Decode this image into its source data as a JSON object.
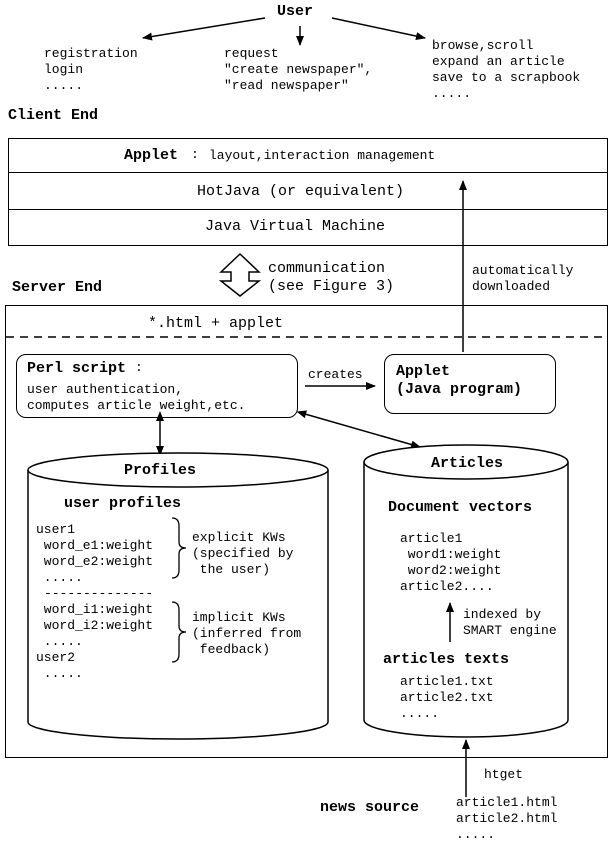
{
  "user": {
    "title": "User",
    "left_actions": "registration\nlogin\n.....",
    "mid_actions": "request\n\"create newspaper\",\n\"read newspaper\"",
    "right_actions": "browse,scroll\nexpand an article\nsave to a scrapbook\n....."
  },
  "client": {
    "label": "Client End",
    "applet_title": "Applet",
    "applet_desc": "layout,interaction management",
    "hotjava": "HotJava (or equivalent)",
    "jvm": "Java Virtual Machine"
  },
  "communication": "communication\n(see Figure 3)",
  "auto_download": "automatically\ndownloaded",
  "server": {
    "label": "Server End",
    "html_applet": "*.html + applet",
    "perl_title": "Perl script",
    "perl_desc": "user authentication,\ncomputes article weight,etc.",
    "creates": "creates",
    "applet_box": "Applet\n(Java program)"
  },
  "profiles": {
    "title": "Profiles",
    "subtitle": "user profiles",
    "explicit_list": "user1\n word_e1:weight\n word_e2:weight\n .....",
    "separator": "--------------",
    "implicit_list": " word_i1:weight\n word_i2:weight\n .....\nuser2\n .....",
    "explicit_note": "explicit KWs\n(specified by\n the user)",
    "implicit_note": "implicit KWs\n(inferred from\n feedback)"
  },
  "articles": {
    "title": "Articles",
    "vectors_title": "Document vectors",
    "vectors": "article1\n word1:weight\n word2:weight\narticle2....",
    "indexed": "indexed by\nSMART engine",
    "texts_title": "articles texts",
    "texts": "article1.txt\narticle2.txt\n....."
  },
  "news": {
    "label": "news source",
    "htget": "htget",
    "files": "article1.html\narticle2.html\n....."
  }
}
